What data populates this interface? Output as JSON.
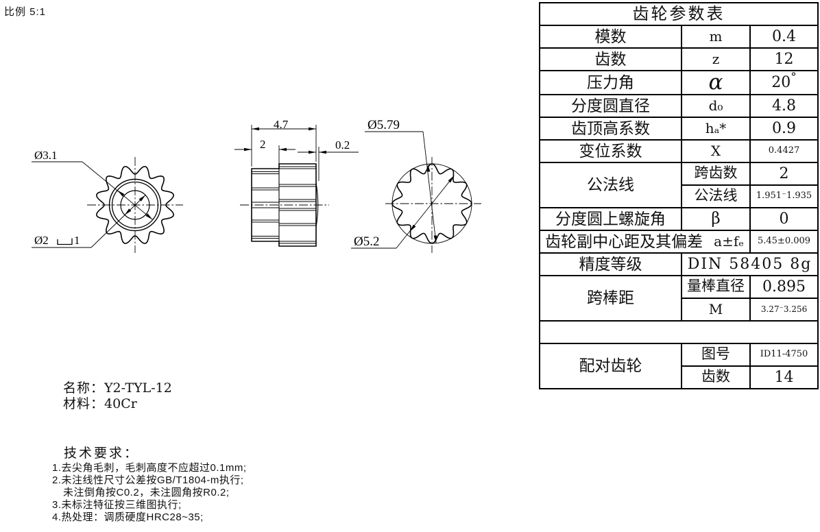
{
  "scale_label": "比例 5:1",
  "views": {
    "front": {
      "dim_ring": "Ø3.1",
      "dim_bore_prefix": "Ø2",
      "dim_bore_depth": "1"
    },
    "side": {
      "dim_total_width": "4.7",
      "dim_gear_width": "2",
      "dim_rim": "0.2"
    },
    "end": {
      "dim_tip_diameter": "Ø5.79",
      "dim_root_diameter": "Ø5.2"
    }
  },
  "table": {
    "title": "齿轮参数表",
    "module": {
      "label": "模数",
      "symbol": "m",
      "value": "0.4"
    },
    "teeth": {
      "label": "齿数",
      "symbol": "z",
      "value": "12"
    },
    "pressure_angle": {
      "label": "压力角",
      "symbol": "α",
      "value": "20",
      "degree": "°"
    },
    "pitch_diameter": {
      "label": "分度圆直径",
      "symbol": "d₀",
      "value": "4.8"
    },
    "addendum_coef": {
      "label": "齿顶高系数",
      "symbol": "hₐ*",
      "value": "0.9"
    },
    "shift_coef": {
      "label": "变位系数",
      "symbol": "X",
      "value": "0.4427"
    },
    "common_normal": {
      "label": "公法线",
      "span_teeth_label": "跨齿数",
      "span_teeth_value": "2",
      "normal_label": "公法线",
      "normal_value": "1.951⁻1.935"
    },
    "helix_angle": {
      "label": "分度圆上螺旋角",
      "symbol": "β",
      "value": "0"
    },
    "center_distance": {
      "label": "齿轮副中心距及其偏差",
      "symbol": "a±fₑ",
      "value": "5.45±0.009"
    },
    "accuracy": {
      "label": "精度等级",
      "value": "DIN 58405 8g"
    },
    "pin_measure": {
      "label": "跨棒距",
      "pin_dia_label": "量棒直径",
      "pin_dia_value": "0.895",
      "m_label": "M",
      "m_value": "3.27⁻3.256"
    },
    "mating_gear": {
      "label": "配对齿轮",
      "drawing_no_label": "图号",
      "drawing_no_value": "ID11-4750",
      "teeth_label": "齿数",
      "teeth_value": "14"
    }
  },
  "part_info": {
    "name_label": "名称：",
    "name_value": "Y2-TYL-12",
    "material_label": "材料：",
    "material_value": "40Cr"
  },
  "tech_requirements": {
    "title": "技术要求：",
    "items": [
      "1.去尖角毛刺，毛刺高度不应超过0.1mm;",
      "2.未注线性尺寸公差按GB/T1804-m执行;",
      "未注倒角按C0.2，未注圆角按R0.2;",
      "3.未标注特征按三维图执行;",
      "4.热处理：调质硬度HRC28~35;"
    ]
  },
  "colors": {
    "line": "#000000",
    "background": "#ffffff"
  }
}
